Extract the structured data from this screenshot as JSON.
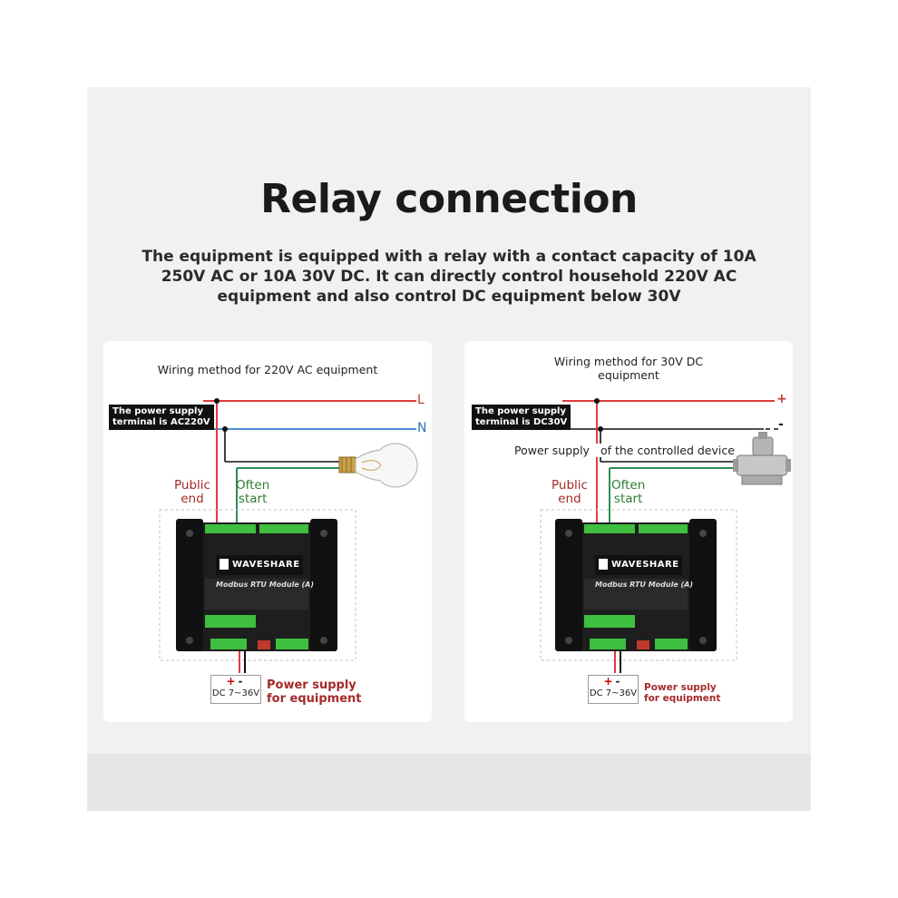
{
  "title": "Relay connection",
  "description": [
    "The equipment is equipped with a relay with a contact capacity of 10A",
    "250V AC or 10A 30V DC. It can directly control household 220V AC",
    "equipment and also control DC equipment below 30V"
  ],
  "left_panel": {
    "title": "Wiring method for 220V AC equipment",
    "terminal_label": [
      "The power supply",
      "terminal is AC220V"
    ],
    "line_L": "L",
    "line_N": "N",
    "public_end": [
      "Public",
      "end"
    ],
    "often_start": [
      "Often",
      "start"
    ],
    "module_brand": "WAVESHARE",
    "module_name": "Modbus RTU Module (A)",
    "dc_pm": [
      "+",
      "-"
    ],
    "dc_label": "DC 7~36V",
    "power_supply": [
      "Power supply",
      "for equipment"
    ]
  },
  "right_panel": {
    "title": [
      "Wiring method for 30V DC",
      "equipment"
    ],
    "terminal_label": [
      "The power supply",
      "terminal is DC30V"
    ],
    "line_plus": "+",
    "line_minus": "-",
    "controlled_label_a": "Power supply",
    "controlled_label_b": "of the controlled device",
    "public_end": [
      "Public",
      "end"
    ],
    "often_start": [
      "Often",
      "start"
    ],
    "module_brand": "WAVESHARE",
    "module_name": "Modbus RTU Module (A)",
    "dc_pm": [
      "+",
      "-"
    ],
    "dc_label": "DC 7~36V",
    "power_supply": [
      "Power supply",
      "for equipment"
    ]
  },
  "colors": {
    "red_wire": "#e23b3b",
    "blue_wire": "#4a8fd6",
    "green_wire": "#2e8b57",
    "black_wire": "#111111",
    "label_red": "#a52a2a",
    "label_green": "#2e7d32",
    "module_body": "#1e1e1e",
    "terminal_green": "#3fbf3f"
  },
  "icons": [
    "light-bulb-icon",
    "solenoid-valve-icon",
    "waveshare-logo-icon"
  ]
}
